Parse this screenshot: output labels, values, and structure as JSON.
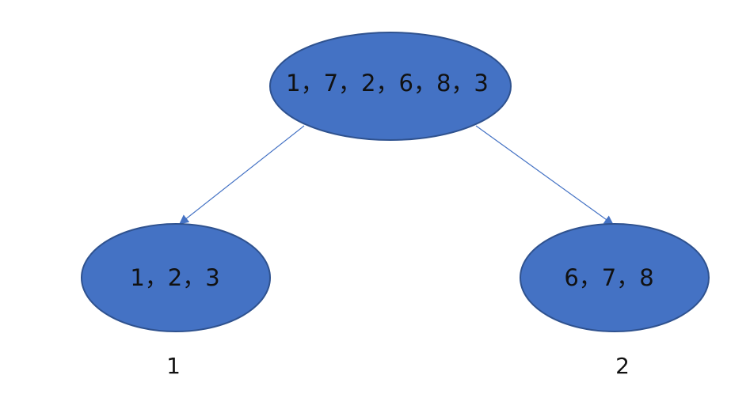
{
  "diagram": {
    "root": {
      "label": "1，7，2，6，8，3"
    },
    "left": {
      "label": "1，2，3",
      "caption": "1"
    },
    "right": {
      "label": "6，7，8",
      "caption": "2"
    }
  },
  "colors": {
    "node_fill": "#4472C4",
    "node_stroke": "#2F528F",
    "edge": "#4472C4",
    "text": "#111111"
  }
}
